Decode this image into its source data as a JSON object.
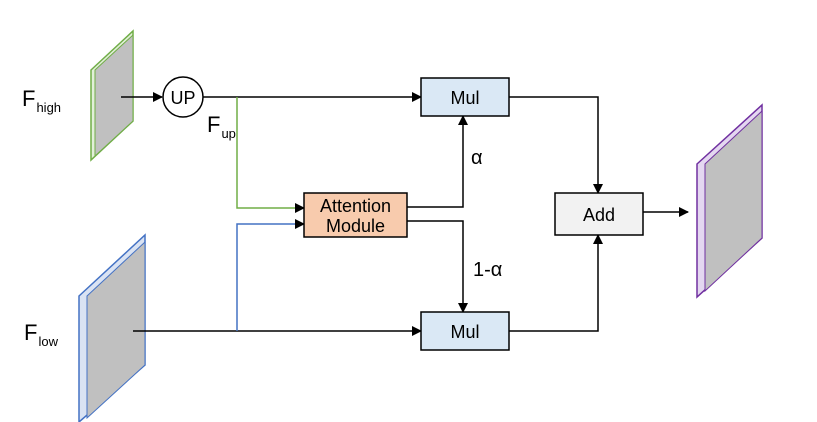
{
  "labels": {
    "f_high_main": "F",
    "f_high_sub": "high",
    "f_low_main": "F",
    "f_low_sub": "low",
    "f_up_main": "F",
    "f_up_sub": "up",
    "alpha": "α",
    "one_minus_alpha": "1-α"
  },
  "nodes": {
    "up": "UP",
    "mul_top": "Mul",
    "mul_bottom": "Mul",
    "add": "Add",
    "attention_line1": "Attention",
    "attention_line2": "Module"
  },
  "colors": {
    "green": "#70ad47",
    "blue": "#4472c4",
    "purple": "#7030a0",
    "mul_fill": "#dae8f5",
    "attention_fill": "#f8cbad",
    "add_fill": "#f2f2f2",
    "plate_fill": "#c0c0c0",
    "low_side": "#dae3f3"
  }
}
